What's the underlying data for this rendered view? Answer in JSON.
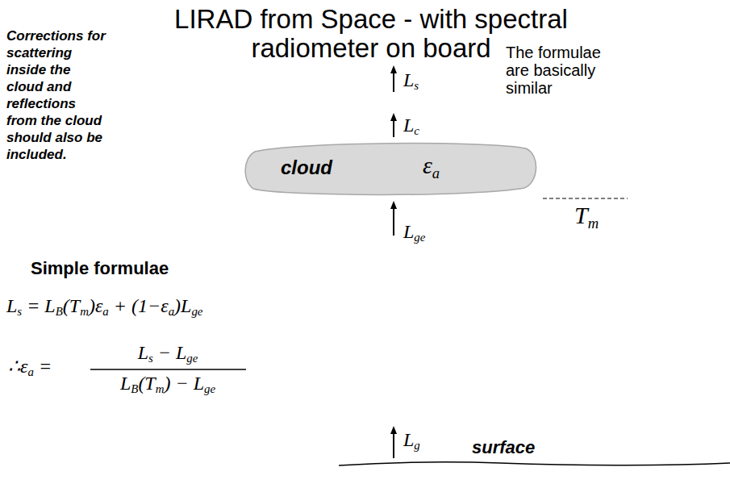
{
  "diagram": {
    "title": "LIRAD from Space - with spectral radiometer on board",
    "nodes": [
      {
        "text": [
          "cloud",
          "εa"
        ]
      }
    ],
    "labels": [
      "Corrections for scattering inside the cloud and reflections from the cloud should also be included.",
      "Ls",
      "The formulae are basically similar",
      "Lc",
      "Lge",
      "Tm",
      "Simple formulae",
      "Ls = LB(Tm)εa + (1−εa)Lge",
      "∴εa =",
      "Ls − Lge",
      "LB(Tm) − Lge",
      "Lg",
      "surface"
    ]
  }
}
